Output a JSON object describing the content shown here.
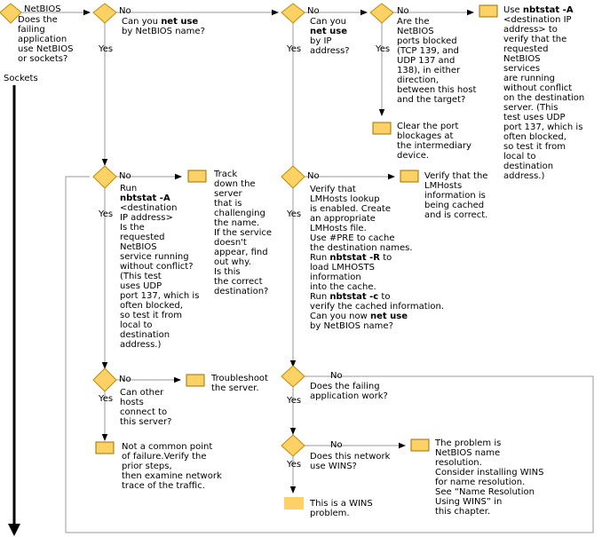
{
  "style": {
    "diamond_fill": "#fcd165",
    "diamond_stroke": "#c08a00",
    "box_fill": "#fcd165",
    "box_stroke": "#a07000",
    "line": "#999999",
    "arrow": "#000000"
  },
  "labels": {
    "no": "No",
    "yes": "Yes",
    "netbios": "NetBIOS",
    "sockets": "Sockets"
  },
  "nodes": {
    "q1": "Does the\nfailing\napplication\nuse NetBIOS\nor sockets?",
    "q2_pre": "Can you ",
    "q2_cmd": "net use",
    "q2_post": "\nby NetBIOS name?",
    "q3_pre": "Can you\n",
    "q3_cmd": "net use",
    "q3_post": "\nby IP\naddress?",
    "q4": "Are the\nNetBIOS\nports blocked\n(TCP 139, and\nUDP 137 and\n138), in either\ndirection,\nbetween this host\nand the target?",
    "r1_pre": "Use ",
    "r1_cmd": "nbtstat -A",
    "r1_post": "\n<destination IP\naddress> to\nverify that the\nrequested\nNetBIOS\nservices\nare running\nwithout conflict\non the destination\nserver. (This\ntest uses UDP\nport 137, which is\noften blocked,\nso test it from\nlocal to\ndestination\naddress.)",
    "r2": "Clear the port\nblockages at\nthe intermediary\ndevice.",
    "q5_pre": "Run\n",
    "q5_cmd": "nbtstat -A",
    "q5_post": "\n<destination\nIP address>\nIs the\nrequested\nNetBIOS\nservice running\nwithout conflict?\n(This test\nuses UDP\nport 137, which is\noften blocked,\nso test it from\nlocal to\ndestination\naddress.)",
    "r3": "Track\ndown the\nserver\nthat is\nchallenging\nthe name.\nIf the service\ndoesn't\nappear, find\nout why.\nIs this\nthe correct\ndestination?",
    "q6_a": "Verify that\nLMHosts lookup\nis enabled. Create\nan appropriate\nLMHosts file.\nUse #PRE to cache\nthe destination names.\nRun ",
    "q6_cmd1": "nbtstat -R",
    "q6_b": " to\nload LMHOSTS\ninformation\ninto the cache.\nRun ",
    "q6_cmd2": "nbtstat -c",
    "q6_c": " to\nverify the cached information.\nCan you now ",
    "q6_cmd3": "net use",
    "q6_d": "\nby NetBIOS name?",
    "r4": "Verify that the\nLMHosts\ninformation is\nbeing cached\nand is correct.",
    "q7": "Can other\nhosts\nconnect to\nthis server?",
    "r5": "Troubleshoot\nthe server.",
    "r6": "Not a common point\nof failure.Verify the\nprior steps,\nthen examine network\ntrace of the traffic.",
    "q8": "Does the failing\napplication work?",
    "q9": "Does this network\nuse WINS?",
    "r7": "This is a WINS\nproblem.",
    "r8": "The problem is\nNetBIOS name\nresolution.\nConsider installing WINS\nfor name resolution.\nSee “Name Resolution\nUsing WINS” in\nthis chapter."
  }
}
